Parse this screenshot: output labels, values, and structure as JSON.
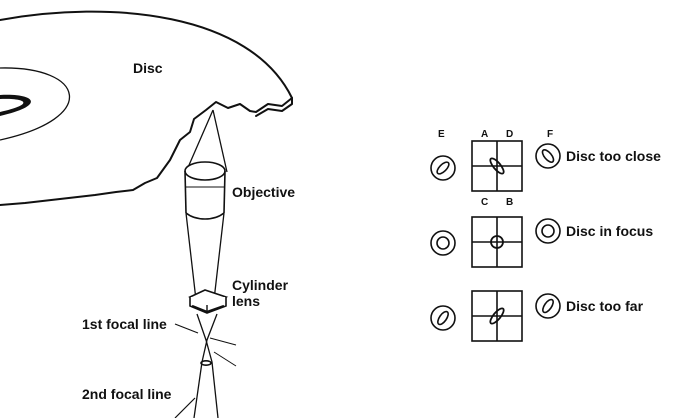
{
  "left_labels": {
    "disc": "Disc",
    "objective": "Objective",
    "cylinder_line1": "Cylinder",
    "cylinder_line2": "lens",
    "first_focal": "1st focal line",
    "second_focal": "2nd focal line"
  },
  "detector_labels": {
    "E": "E",
    "A": "A",
    "D": "D",
    "F": "F",
    "C": "C",
    "B": "B"
  },
  "states": [
    {
      "label": "Disc too close"
    },
    {
      "label": "Disc in focus"
    },
    {
      "label": "Disc too far"
    }
  ]
}
